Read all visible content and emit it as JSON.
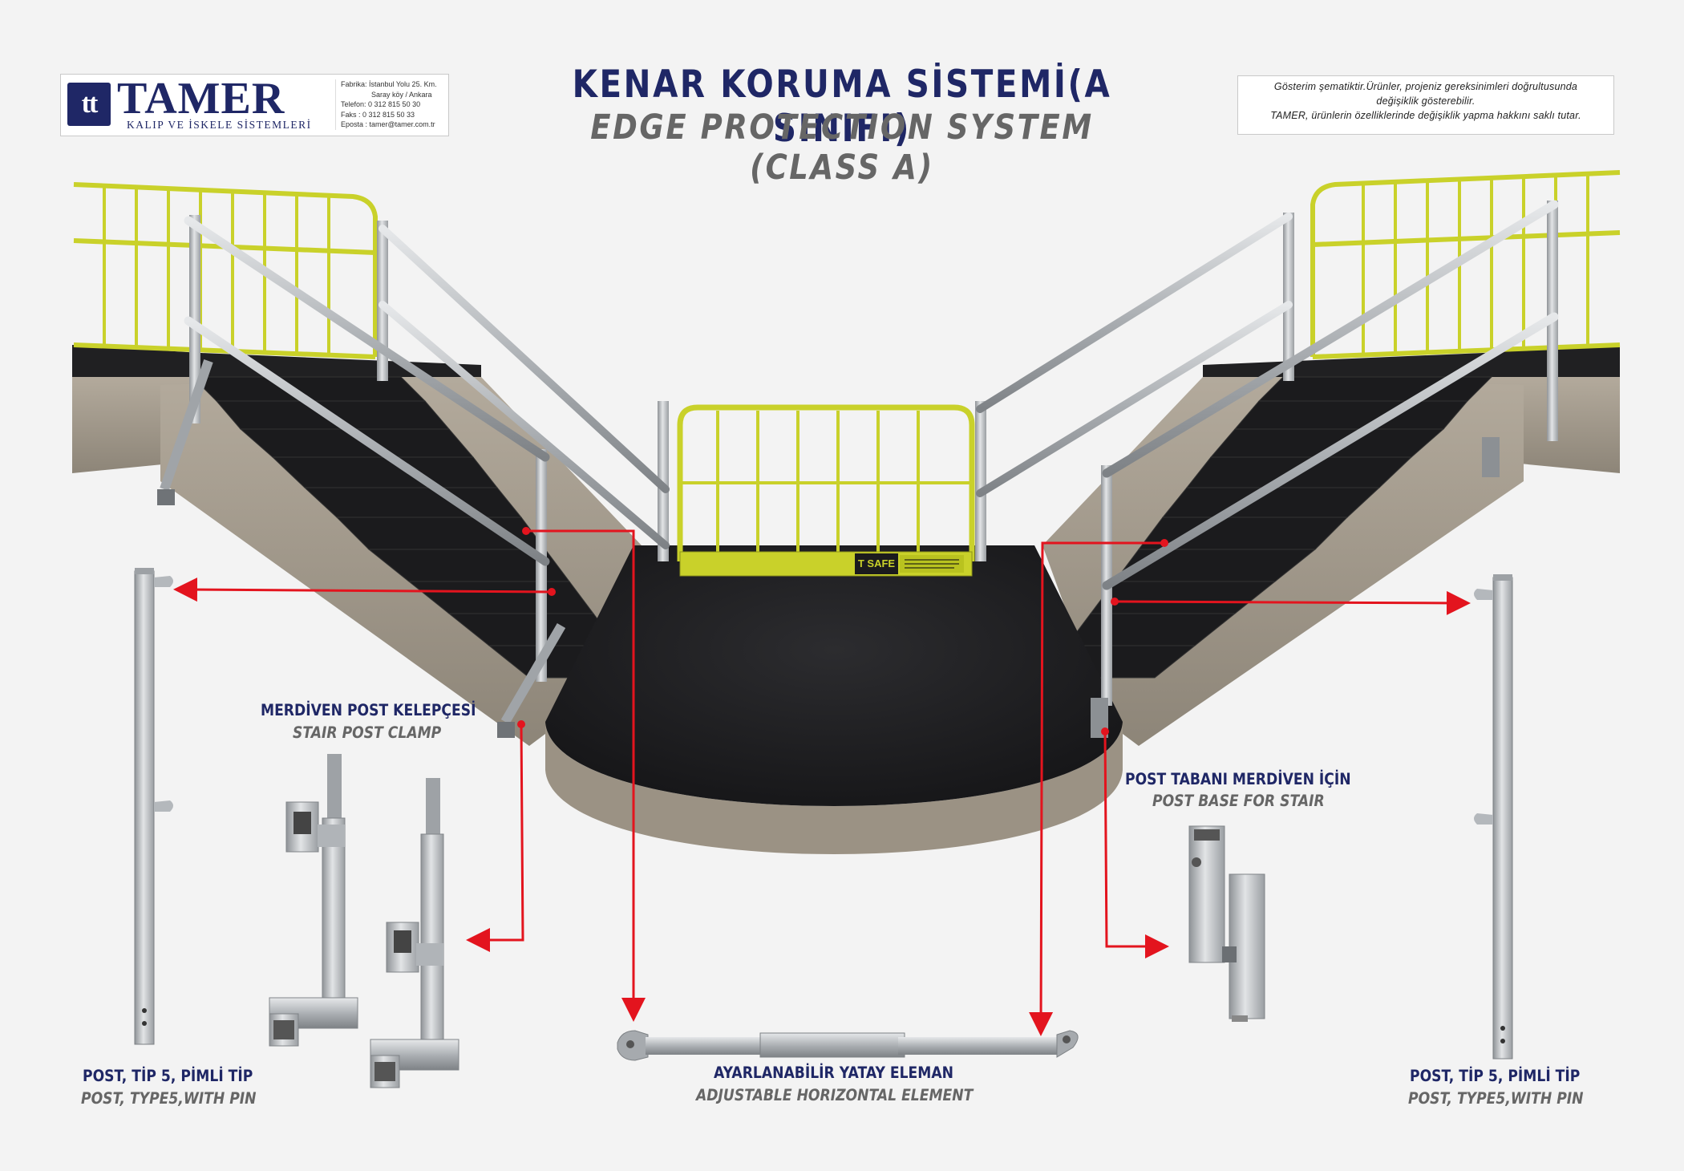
{
  "logo": {
    "mark": "tt",
    "name": "TAMER",
    "tagline": "KALIP VE İSKELE SİSTEMLERİ",
    "contact": [
      "Fabrika: İstanbul Yolu 25. Km.",
      "Saray köy / Ankara",
      "Telefon: 0 312 815 50 30",
      "Faks    : 0 312 815 50 33",
      "Eposta : tamer@tamer.com.tr"
    ]
  },
  "title": {
    "tr": "KENAR KORUMA SİSTEMİ(A SINIFI)",
    "en": "EDGE PROTECTION SYSTEM (CLASS A)"
  },
  "disclaimer": [
    "Gösterim şematiktir.Ürünler, projeniz gereksinimleri doğrultusunda",
    "değişiklik gösterebilir.",
    "TAMER, ürünlerin özelliklerinde değişiklik yapma hakkını saklı tutar."
  ],
  "gate_sign": "T SAFE",
  "components": {
    "stair_clamp": {
      "tr": "MERDİVEN POST KELEPÇESİ",
      "en": "STAIR POST CLAMP"
    },
    "post_base": {
      "tr": "POST TABANI MERDİVEN İÇİN",
      "en": "POST BASE FOR STAIR"
    },
    "post_left": {
      "tr": "POST, TİP 5, PİMLİ TİP",
      "en": "POST, TYPE5,WITH PIN"
    },
    "post_right": {
      "tr": "POST, TİP 5, PİMLİ TİP",
      "en": "POST, TYPE5,WITH PIN"
    },
    "horizontal": {
      "tr": "AYARLANABİLİR YATAY ELEMAN",
      "en": "ADJUSTABLE HORIZONTAL ELEMENT"
    }
  },
  "colors": {
    "navy": "#1f2766",
    "rail_yellow": "#c9d12a",
    "steel": "#b8bcc0",
    "stair_black": "#1b1b1d",
    "concrete": "#a49a8c",
    "arrow_red": "#e3141e"
  }
}
